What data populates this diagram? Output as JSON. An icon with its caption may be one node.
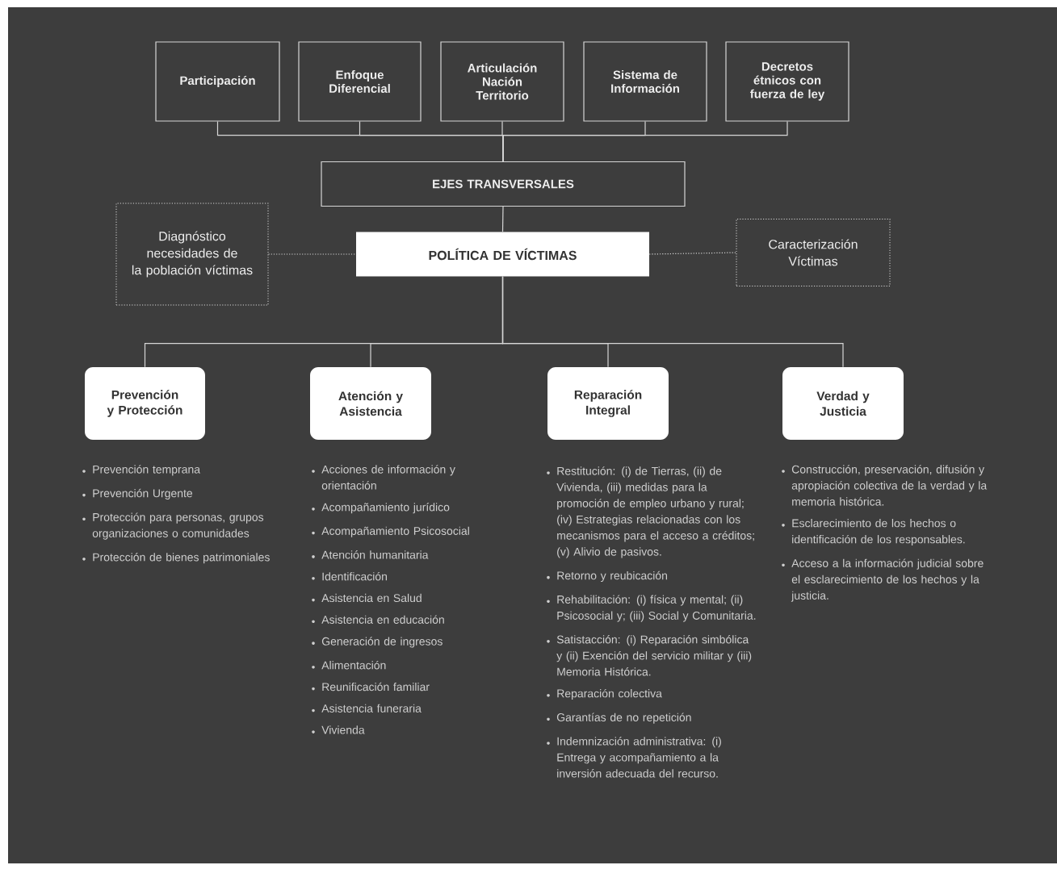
{
  "diagram": {
    "nodes": [
      {
        "text": [
          "Participación"
        ]
      },
      {
        "text": [
          "Enfoque Diferencial"
        ]
      },
      {
        "text": [
          "Articulación Nación Territorio"
        ]
      },
      {
        "text": [
          "Sistema de Información"
        ]
      },
      {
        "text": [
          "Decretos étnicos con fuerza de ley"
        ]
      },
      {
        "text": [
          "EJES TRANSVERSALES"
        ]
      },
      {
        "text": [
          "Diagnóstico necesidades de la población víctimas"
        ]
      },
      {
        "text": [
          "POLÍTICA DE VÍCTIMAS"
        ]
      },
      {
        "text": [
          "Caracterización Víctimas"
        ]
      },
      {
        "text": [
          "Prevención y Protección"
        ],
        "beside": [
          "Prevención temprana",
          "Prevención Urgente",
          "Protección para personas, grupos organizaciones o comunidades",
          "Protección de bienes patrimoniales"
        ]
      },
      {
        "text": [
          "Atención y Asistencia"
        ],
        "beside": [
          "Acciones de información y orientación",
          "Acompañamiento jurídico",
          "Acompañamiento Psicosocial",
          "Atención humanitaria",
          "Identificación",
          "Asistencia en Salud",
          "Asistencia en educación",
          "Generación de ingresos",
          "Alimentación",
          "Reunificación familiar",
          "Asistencia funeraria",
          "Vivienda"
        ]
      },
      {
        "text": [
          "Reparación Integral"
        ],
        "beside": [
          "Restitución: (i) de Tierras, (ii) de Vivienda, (iii) medidas para la promoción de empleo urbano y rural; (iv) Estrategias relacionadas con los mecanismos para el acceso a créditos; (v) Alivio de pasivos.",
          "Retorno y reubicación",
          "Rehabilitación: (i) física y mental; (ii) Psicosocial y; (iii) Social y Comunitaria.",
          "Satistacción: (i) Reparación simbólica y (ii) Exención del servicio militar y (iii) Memoria Histórica.",
          "Reparación colectiva",
          "Garantías de no repetición",
          "Indemnización administrativa: (i) Entrega y acompañamiento a la inversión adecuada del recurso."
        ]
      },
      {
        "text": [
          "Verdad y Justicia"
        ],
        "beside": [
          "Construcción, preservación, difusión y apropiación colectiva de la verdad y la memoria histórica.",
          "Esclarecimiento de los hechos o identificación de los responsables.",
          "Acceso a la información judicial sobre el esclarecimiento de los hechos y la justicia."
        ]
      }
    ],
    "edges": [
      {
        "from": 0,
        "to": 5,
        "arrow": "none"
      },
      {
        "from": 1,
        "to": 5,
        "arrow": "none"
      },
      {
        "from": 2,
        "to": 5,
        "arrow": "none"
      },
      {
        "from": 3,
        "to": 5,
        "arrow": "none"
      },
      {
        "from": 4,
        "to": 5,
        "arrow": "none"
      },
      {
        "from": 5,
        "to": 7,
        "arrow": "none"
      },
      {
        "from": 6,
        "to": 7,
        "arrow": "none",
        "style": "dashed"
      },
      {
        "from": 7,
        "to": 8,
        "arrow": "none",
        "style": "dashed"
      },
      {
        "from": 7,
        "to": 9,
        "arrow": "none"
      },
      {
        "from": 7,
        "to": 10,
        "arrow": "none"
      },
      {
        "from": 7,
        "to": 11,
        "arrow": "none"
      },
      {
        "from": 7,
        "to": 12,
        "arrow": "none"
      }
    ]
  }
}
